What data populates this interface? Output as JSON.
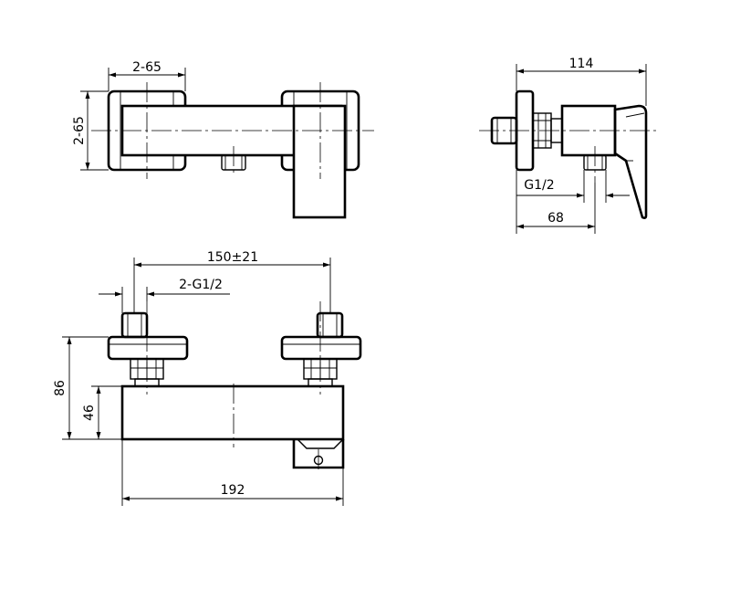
{
  "dimensions": {
    "top_view_width": "2-65",
    "top_view_height": "2-65",
    "side_depth": "114",
    "side_thread": "G1/2",
    "side_offset": "68",
    "front_spacing": "150±21",
    "front_thread": "2-G1/2",
    "front_height": "86",
    "front_body_height": "46",
    "front_width": "192"
  }
}
